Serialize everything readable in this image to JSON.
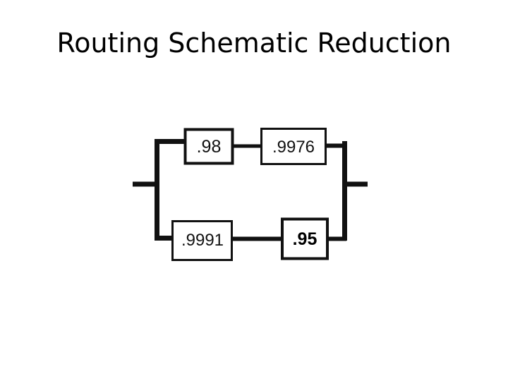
{
  "slide": {
    "title": "Routing Schematic Reduction",
    "background_color": "#ffffff",
    "text_color": "#000000"
  },
  "diagram": {
    "type": "reliability-block-diagram",
    "description": "Parallel reduction of two series paths between a single input lead and a single output lead",
    "line_color": "#111111",
    "block_fill": "#ffffff",
    "input_lead_label": "",
    "output_lead_label": "",
    "branches": [
      {
        "name": "upper-branch",
        "blocks": [
          {
            "name": "block-98",
            "value": ".98",
            "bold": false
          },
          {
            "name": "block-9976",
            "value": ".9976",
            "bold": false
          }
        ]
      },
      {
        "name": "lower-branch",
        "blocks": [
          {
            "name": "block-9991",
            "value": ".9991",
            "bold": false
          },
          {
            "name": "block-95",
            "value": ".95",
            "bold": true
          }
        ]
      }
    ]
  }
}
